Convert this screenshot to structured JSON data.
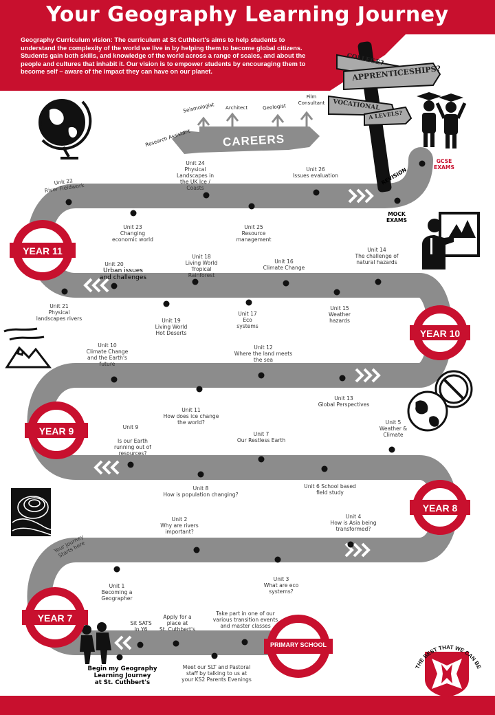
{
  "header": {
    "title": "Your Geography Learning Journey",
    "vision": "Geography Curriculum vision: The curriculum at St Cuthbert's aims to help students to understand the complexity of the world we live in by helping them to become global citizens.  Students gain both skills, and knowledge of the world across a range of scales, and about the people and cultures that inhabit it. Our vision is to empower students by encouraging them to become self – aware of the impact they can have on our planet."
  },
  "colors": {
    "red": "#c8102e",
    "road": "#8c8c8c",
    "road_stripe": "#ffffff",
    "dot": "#111111"
  },
  "careers": {
    "banner": "CAREERS",
    "items": [
      "Research Assistant",
      "Seismologist",
      "Architect",
      "Geologist",
      "Film Consultant"
    ]
  },
  "signpost": {
    "college": "COLLEGE?",
    "apprenticeships": "APPRENTICESHIPS?",
    "vocational": "VOCATIONAL",
    "alevels": "A LEVELS?",
    "revision": "REVISION"
  },
  "years": {
    "y11": "YEAR 11",
    "y10": "YEAR 10",
    "y9": "YEAR 9",
    "y8": "YEAR 8",
    "y7": "YEAR 7",
    "primary": "PRIMARY SCHOOL"
  },
  "units": {
    "u1": "Unit 1\nBecoming a\nGeographer",
    "u2": "Unit 2\nWhy are rivers\nimportant?",
    "u3": "Unit 3\nWhat are eco\nsystems?",
    "u4": "Unit 4\nHow is Asia being\ntransformed?",
    "u5": "Unit 5\nWeather  &\nClimate",
    "u6": "Unit 6 School based\nfield study",
    "u7": "Unit 7\nOur Restless Earth",
    "u8": "Unit 8\nHow is population changing?",
    "u9": "Unit 9",
    "u9b": "Is our Earth\nrunning out of\nresources?",
    "u10": "Unit 10\nClimate Change\nand the Earth's\nfuture",
    "u11": "Unit 11\nHow does ice change\nthe world?",
    "u12": "Unit 12\nWhere the land meets\nthe sea",
    "u13": "Unit 13\nGlobal Perspectives",
    "u14": "Unit 14\nThe challenge of\nnatural hazards",
    "u15": "Unit 15\nWeather\nhazards",
    "u16": "Unit 16\nClimate Change",
    "u17": "Unit 17\nEco\nsystems",
    "u18": "Unit 18\nLiving World\nTropical\nRainforest",
    "u19": "Unit 19\nLiving World\nHot Deserts",
    "u20": "Unit 20",
    "u20b": "Urban issues\nand challenges",
    "u21": "Unit 21\nPhysical\nlandscapes rivers",
    "u22": "Unit 22\nRiver Fieldwork",
    "u23": "Unit 23\nChanging\neconomic world",
    "u24": "Unit 24\nPhysical\nLandscapes in\nthe UK Ice /\nCoasts",
    "u25": "Unit 25\nResource\nmanagement",
    "u26": "Unit 26\nIssues evaluation"
  },
  "milestones": {
    "mock": "MOCK\nEXAMS",
    "gcse": "GCSE\nEXAMS",
    "start": "Your journey\nStarts here",
    "sats": "Sit SATS\nIn Y6",
    "apply": "Apply for a\nplace at\nSt. Cuthbert's",
    "transition": "Take part in one of our\nvarious transition events\nand master classes",
    "meet": "Meet  our SLT and Pastoral\nstaff by talking to us at\nyour KS2 Parents  Evenings",
    "begin": "Begin my Geography\nLearning Journey\nat St. Cuthbert's"
  },
  "crest": {
    "motto": "THE BEST THAT WE CAN BE"
  }
}
